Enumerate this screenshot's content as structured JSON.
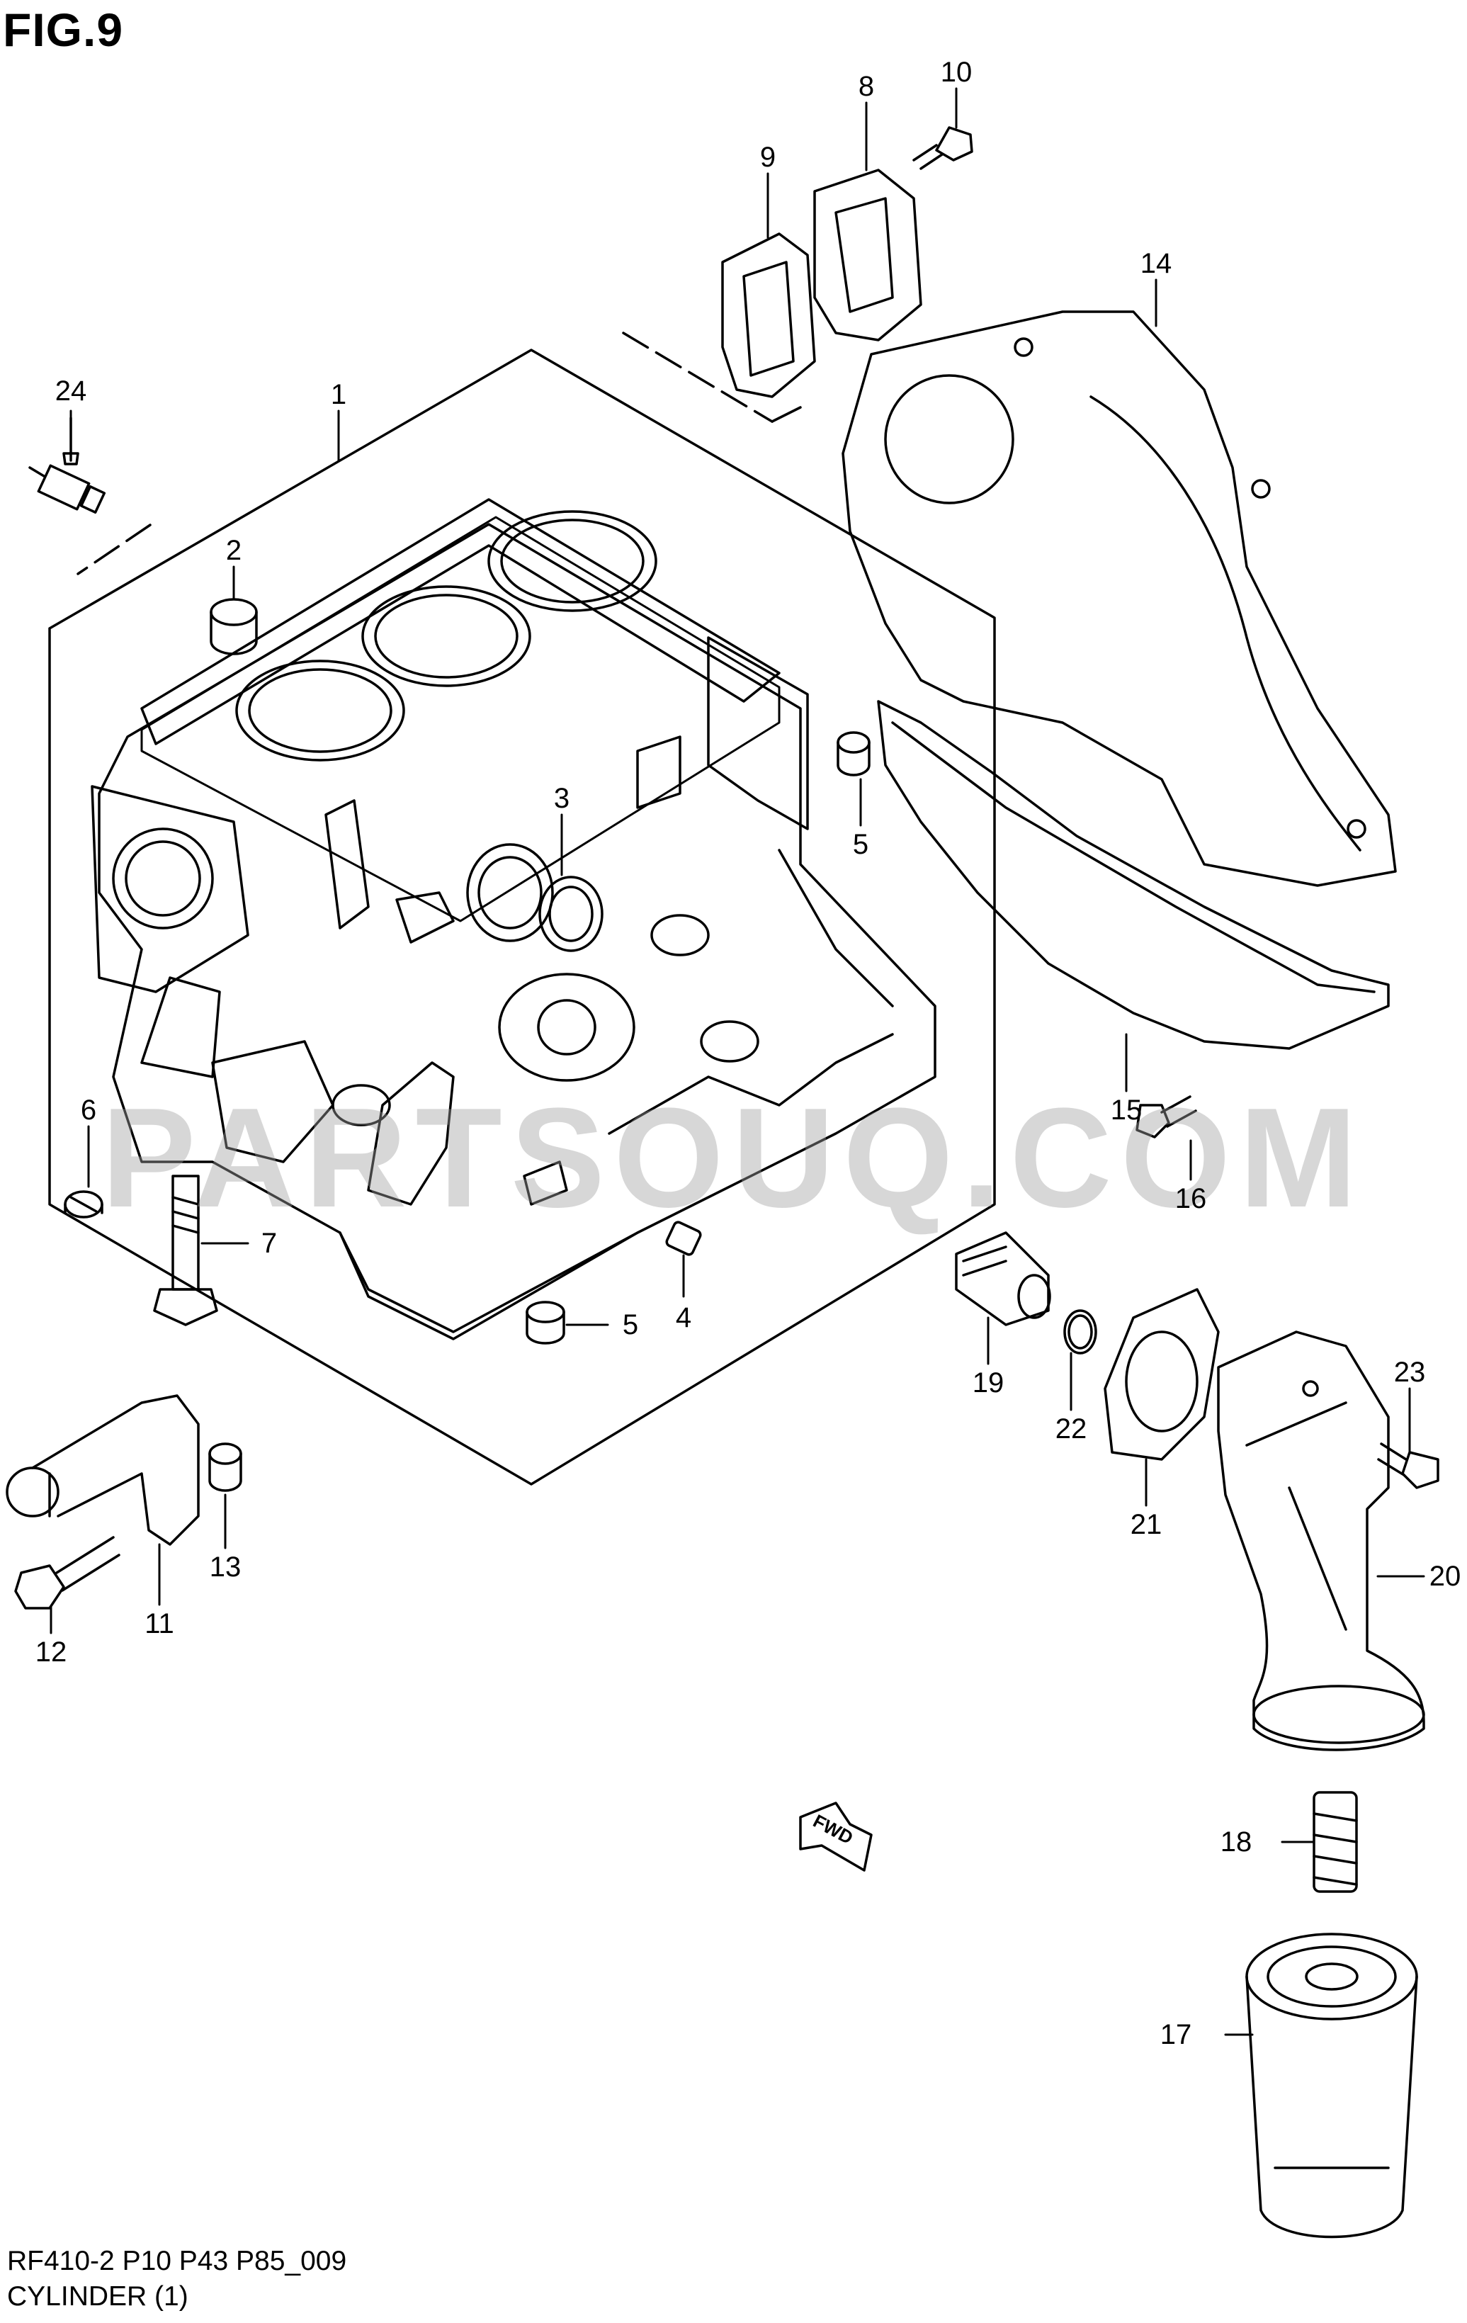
{
  "figure": {
    "title": "FIG.9",
    "model_code": "RF410-2 P10 P43 P85_009",
    "section_name": "CYLINDER (1)",
    "watermark": "PARTSOUQ.COM",
    "fwd_label": "FWD"
  },
  "callouts": [
    {
      "id": "1",
      "label": "1"
    },
    {
      "id": "2",
      "label": "2"
    },
    {
      "id": "3",
      "label": "3"
    },
    {
      "id": "4",
      "label": "4"
    },
    {
      "id": "5a",
      "label": "5"
    },
    {
      "id": "5b",
      "label": "5"
    },
    {
      "id": "6",
      "label": "6"
    },
    {
      "id": "7",
      "label": "7"
    },
    {
      "id": "8",
      "label": "8"
    },
    {
      "id": "9",
      "label": "9"
    },
    {
      "id": "10",
      "label": "10"
    },
    {
      "id": "11",
      "label": "11"
    },
    {
      "id": "12",
      "label": "12"
    },
    {
      "id": "13",
      "label": "13"
    },
    {
      "id": "14",
      "label": "14"
    },
    {
      "id": "15",
      "label": "15"
    },
    {
      "id": "16",
      "label": "16"
    },
    {
      "id": "17",
      "label": "17"
    },
    {
      "id": "18",
      "label": "18"
    },
    {
      "id": "19",
      "label": "19"
    },
    {
      "id": "20",
      "label": "20"
    },
    {
      "id": "21",
      "label": "21"
    },
    {
      "id": "22",
      "label": "22"
    },
    {
      "id": "23",
      "label": "23"
    },
    {
      "id": "24",
      "label": "24"
    }
  ]
}
